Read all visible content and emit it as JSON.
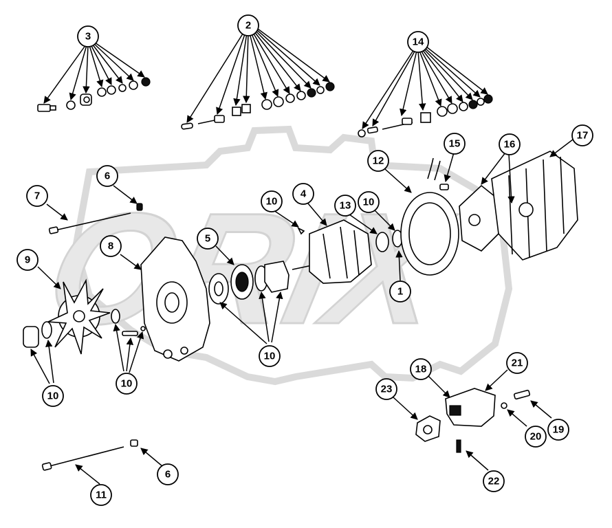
{
  "watermark": {
    "text": "ORIX",
    "color": "#d9d9d9"
  },
  "colors": {
    "ink": "#000000",
    "paper": "#ffffff"
  },
  "callouts": [
    {
      "label": "3"
    },
    {
      "label": "2"
    },
    {
      "label": "14"
    },
    {
      "label": "15"
    },
    {
      "label": "16"
    },
    {
      "label": "17"
    },
    {
      "label": "12"
    },
    {
      "label": "10"
    },
    {
      "label": "4"
    },
    {
      "label": "13"
    },
    {
      "label": "10"
    },
    {
      "label": "7"
    },
    {
      "label": "6"
    },
    {
      "label": "8"
    },
    {
      "label": "5"
    },
    {
      "label": "9"
    },
    {
      "label": "1"
    },
    {
      "label": "10"
    },
    {
      "label": "10"
    },
    {
      "label": "10"
    },
    {
      "label": "18"
    },
    {
      "label": "21"
    },
    {
      "label": "23"
    },
    {
      "label": "19"
    },
    {
      "label": "20"
    },
    {
      "label": "22"
    },
    {
      "label": "11"
    },
    {
      "label": "6"
    }
  ]
}
